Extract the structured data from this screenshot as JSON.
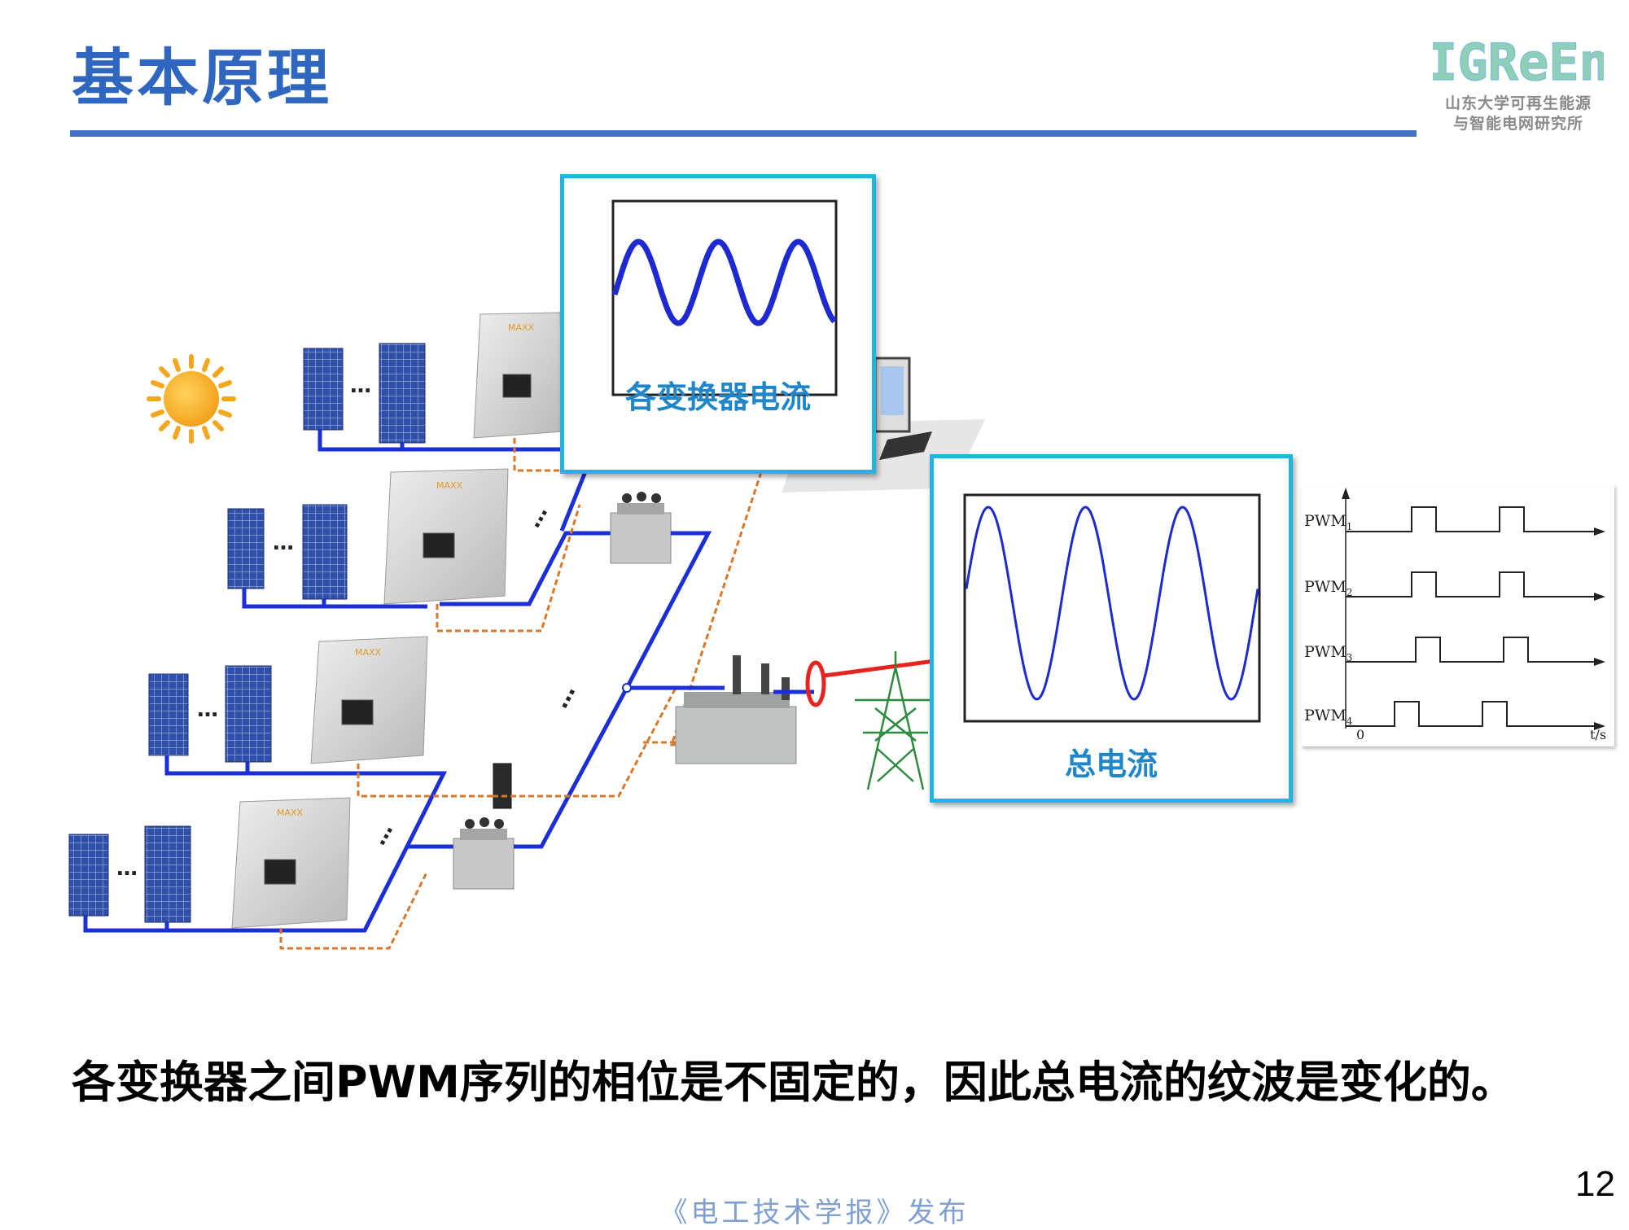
{
  "slide": {
    "title": "基本原理",
    "caption": "各变换器之间PWM序列的相位是不固定的，因此总电流的纹波是变化的。",
    "page_number": "12",
    "footer": "《电工技术学报》发布"
  },
  "logo": {
    "wordmark": "IGReEn",
    "line1": "山东大学可再生能源",
    "line2": "与智能电网研究所"
  },
  "callouts": {
    "converter_current": "各变换器电流",
    "total_current": "总电流"
  },
  "pwm_chart": {
    "signals": [
      "PWM",
      "PWM",
      "PWM",
      "PWM"
    ],
    "subscripts": [
      "1",
      "2",
      "3",
      "4"
    ],
    "x_origin": "0",
    "x_unit": "t/s"
  },
  "inverter_brand": "MAXX",
  "colors": {
    "title": "#2f66bf",
    "callout_border": "#1fb4e2",
    "callout_label": "#1e86c9",
    "dc_bus": "#1a2fd8",
    "comm_line": "#d9772a",
    "sensor": "#e8231d",
    "waveform": "#1e2ad1",
    "footer": "#7f9fd0"
  }
}
